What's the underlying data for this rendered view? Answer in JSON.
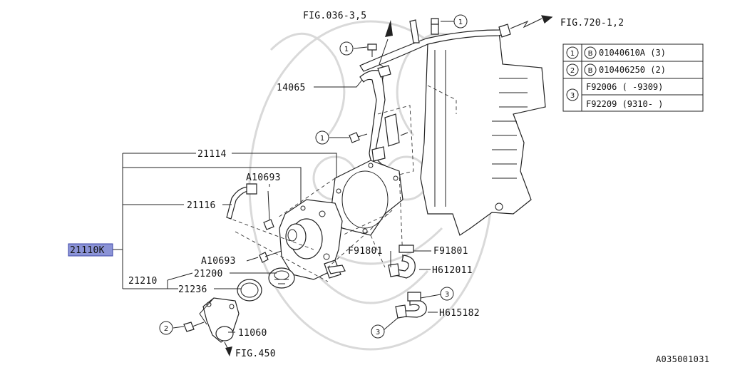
{
  "diagram": {
    "part_labels": {
      "fig036": "FIG.036-3,5",
      "fig720": "FIG.720-1,2",
      "fig450": "FIG.450",
      "p14065": "14065",
      "p21114": "21114",
      "p21116": "21116",
      "a10693_top": "A10693",
      "a10693_bottom": "A10693",
      "p21110k": "21110K",
      "p21210": "21210",
      "p21200": "21200",
      "p21236": "21236",
      "p11060": "11060",
      "f91801_left": "F91801",
      "f91801_right": "F91801",
      "h612011": "H612011",
      "h615182": "H615182",
      "ref_code": "A035001031"
    },
    "callouts": {
      "c1": "1",
      "c2": "2",
      "c3": "3"
    },
    "legend": {
      "rows": [
        {
          "num": "1",
          "b": "B",
          "text": "01040610A (3)"
        },
        {
          "num": "2",
          "b": "B",
          "text": "010406250 (2)"
        },
        {
          "num": "3",
          "b": "",
          "text": "F92006 ( -9309)"
        },
        {
          "num": "",
          "b": "",
          "text": "F92209 (9310- )"
        }
      ]
    },
    "highlight_color": "#8b93d6"
  }
}
